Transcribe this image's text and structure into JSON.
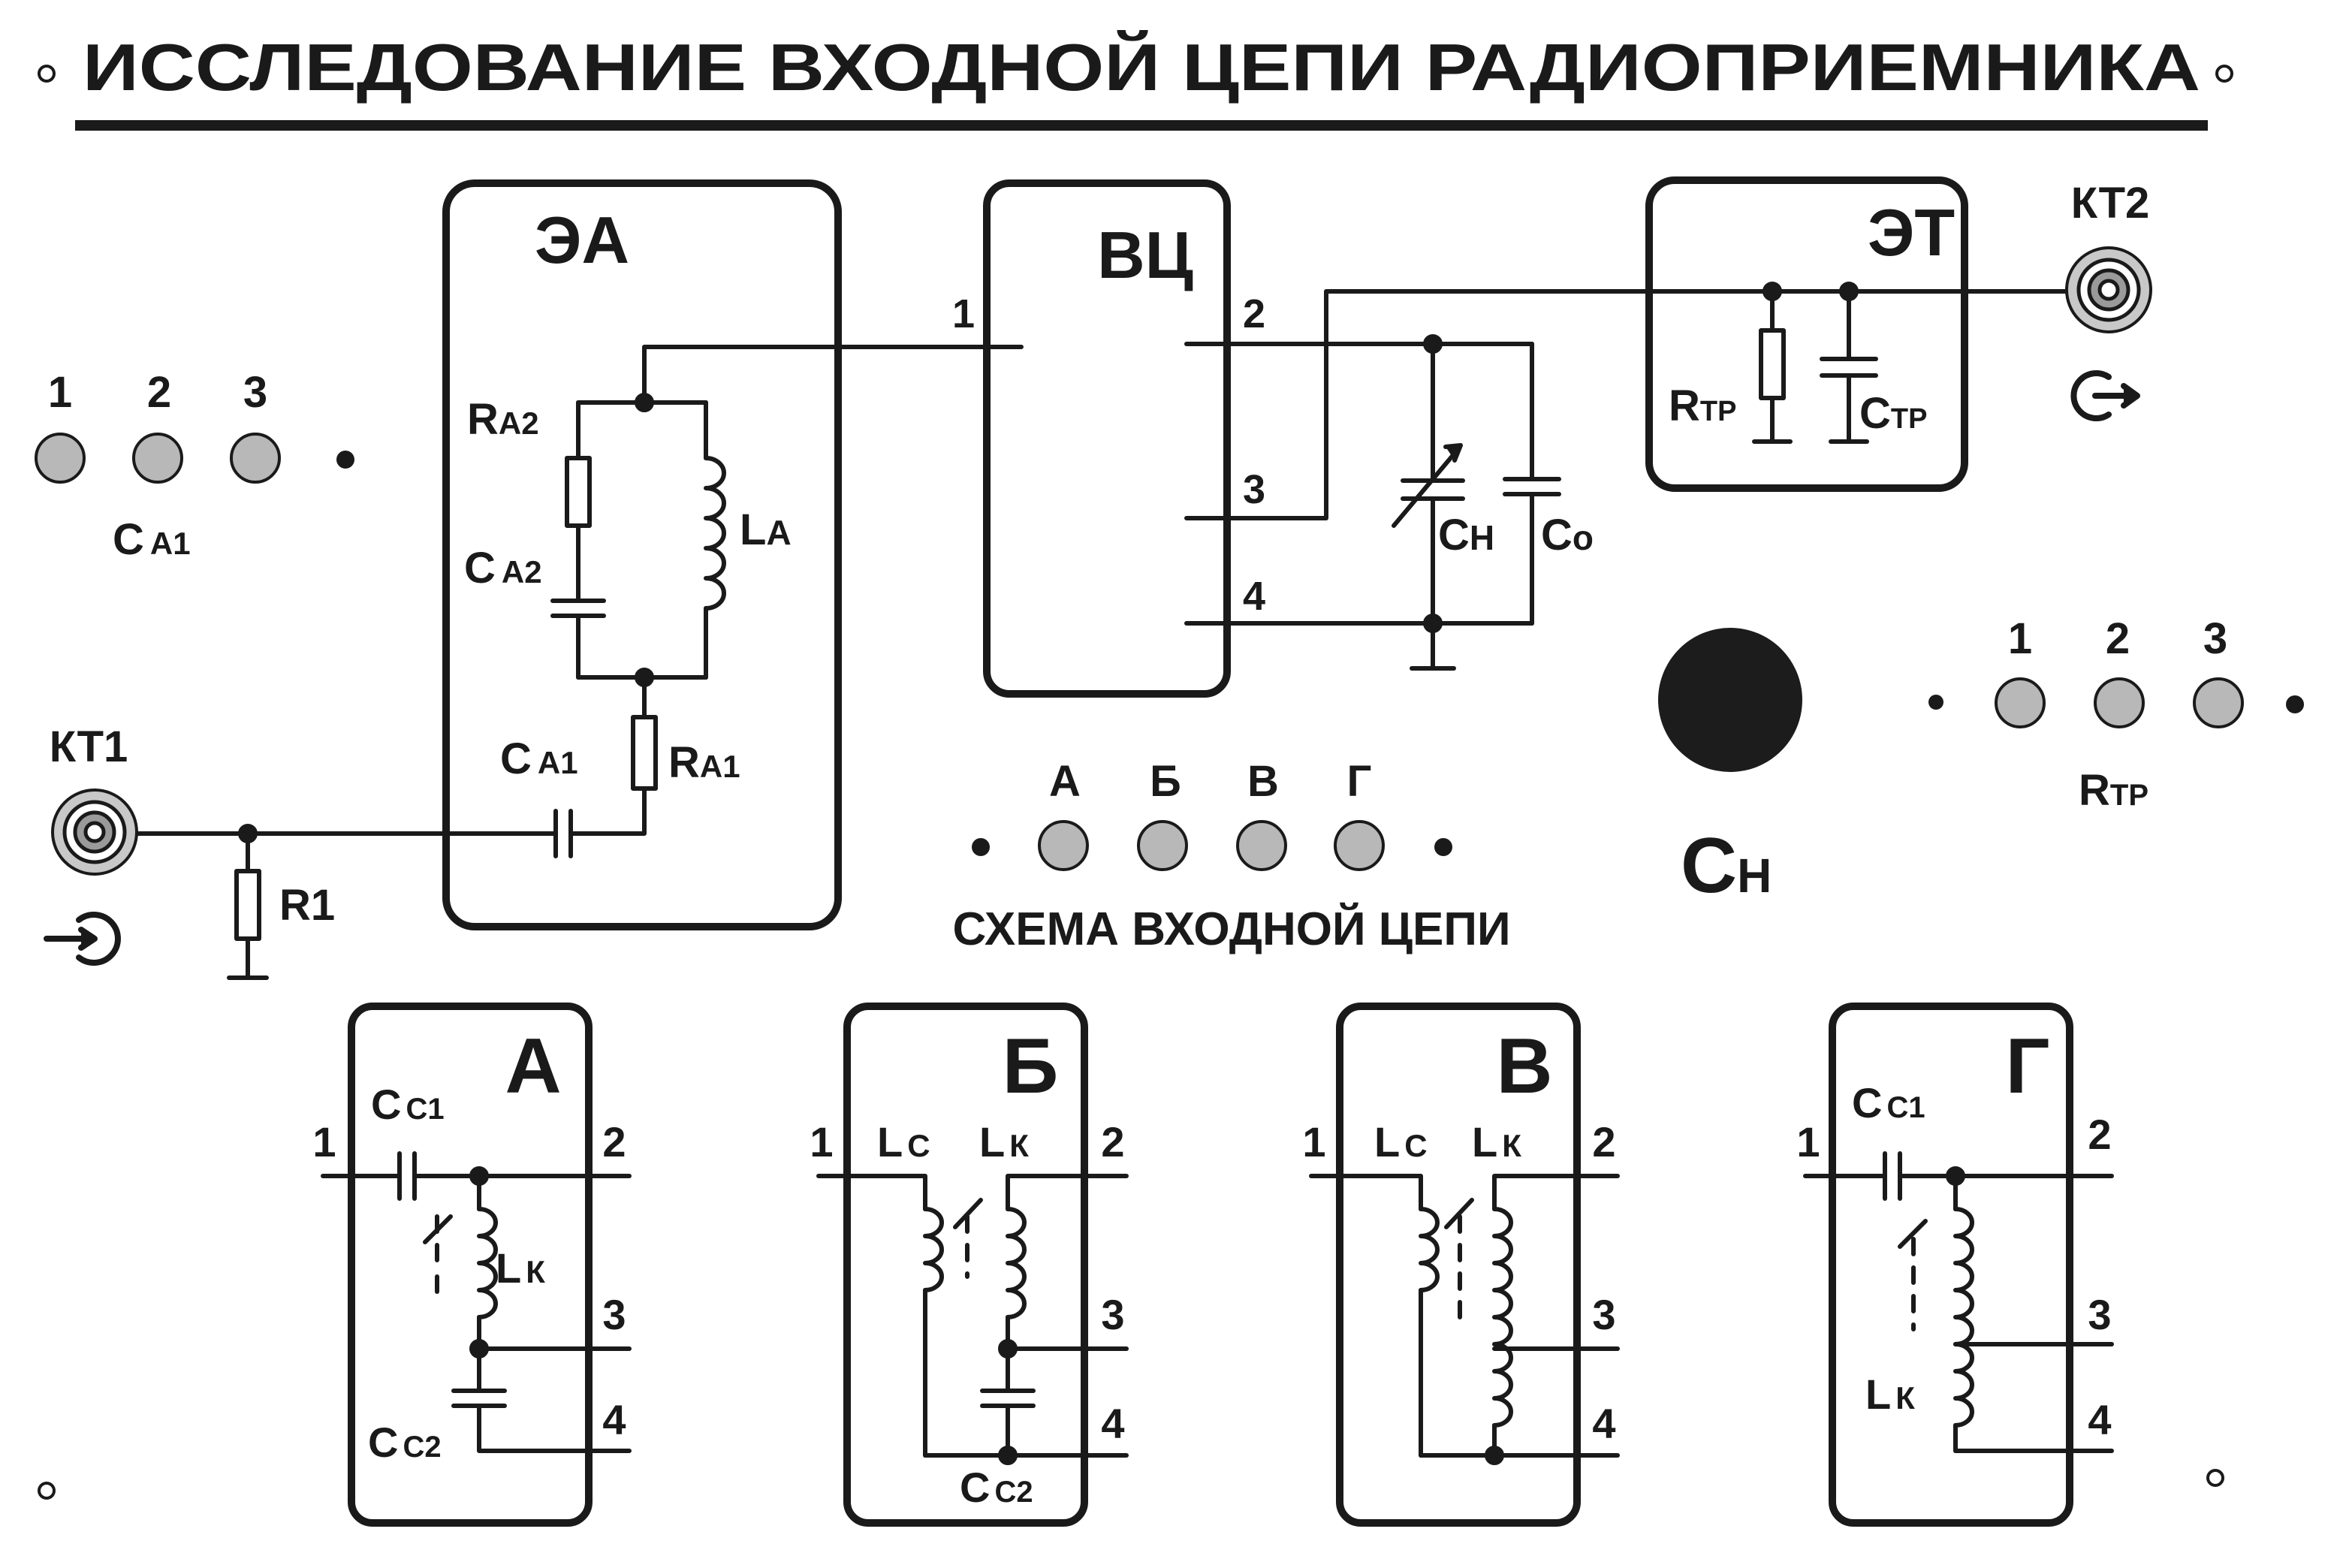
{
  "title": "ИССЛЕДОВАНИЕ  ВХОДНОЙ  ЦЕПИ  РАДИОПРИЕМНИКА",
  "colors": {
    "ink": "#1a1a1a",
    "jack_fill": "#b8b8b8",
    "knob": "#1c1c1c",
    "bg": "#ffffff"
  },
  "blocks": {
    "ea": "ЭА",
    "vc": "ВЦ",
    "et": "ЭТ"
  },
  "vc_pins": {
    "p1": "1",
    "p2": "2",
    "p3": "3",
    "p4": "4"
  },
  "ea": {
    "ra2": "R",
    "ra2_sub": "A2",
    "la": "L",
    "la_sub": "A",
    "ca2": "C",
    "ca2_sub": "A2",
    "ca1": "C",
    "ca1_sub": "A1",
    "ra1": "R",
    "ra1_sub": "A1"
  },
  "et": {
    "rtp": "R",
    "rtp_sub": "ТР",
    "ctp": "C",
    "ctp_sub": "ТР"
  },
  "main": {
    "ch": "C",
    "ch_sub": "Н",
    "co": "C",
    "co_sub": "o",
    "r1": "R1"
  },
  "kt1": "КТ1",
  "kt2": "КТ2",
  "ca1_switch": {
    "labels": [
      "1",
      "2",
      "3"
    ],
    "name": "C",
    "name_sub": "A1"
  },
  "rtp_switch": {
    "labels": [
      "1",
      "2",
      "3"
    ],
    "name": "R",
    "name_sub": "ТР"
  },
  "circuit_switch": {
    "labels": [
      "А",
      "Б",
      "В",
      "Г"
    ],
    "caption": "СХЕМА  ВХОДНОЙ ЦЕПИ"
  },
  "knob": {
    "label": "C",
    "label_sub": "Н"
  },
  "schemes": [
    {
      "letter": "А",
      "labels": {
        "p1": "1",
        "p2": "2",
        "p3": "3",
        "p4": "4",
        "cc1": "C",
        "cc1_sub": "C1",
        "lk": "L",
        "lk_sub": "К",
        "cc2": "C",
        "cc2_sub": "C2"
      }
    },
    {
      "letter": "Б",
      "labels": {
        "p1": "1",
        "p2": "2",
        "p3": "3",
        "p4": "4",
        "lc": "L",
        "lc_sub": "C",
        "lk": "L",
        "lk_sub": "К",
        "cc2": "C",
        "cc2_sub": "C2"
      }
    },
    {
      "letter": "В",
      "labels": {
        "p1": "1",
        "p2": "2",
        "p3": "3",
        "p4": "4",
        "lc": "L",
        "lc_sub": "C",
        "lk": "L",
        "lk_sub": "К"
      }
    },
    {
      "letter": "Г",
      "labels": {
        "p1": "1",
        "p2": "2",
        "p3": "3",
        "p4": "4",
        "cc1": "C",
        "cc1_sub": "C1",
        "lk": "L",
        "lk_sub": "К"
      }
    }
  ]
}
